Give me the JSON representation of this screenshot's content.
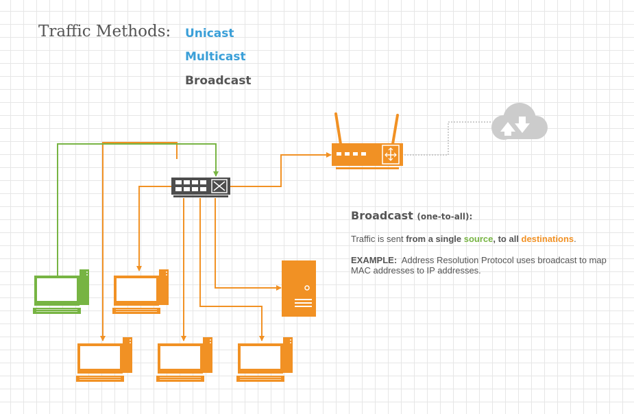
{
  "heading": "Traffic Methods:",
  "methods": [
    {
      "label": "Unicast",
      "color": "#3a9fd8"
    },
    {
      "label": "Multicast",
      "color": "#3a9fd8"
    },
    {
      "label": "Broadcast",
      "color": "#555555"
    }
  ],
  "info": {
    "title": "Broadcast",
    "subtitle": "(one-to-all):",
    "line_pre": "Traffic is sent ",
    "line_bold1": "from a single ",
    "source_word": "source",
    "line_bold2": ", to all ",
    "dest_word": "destinations",
    "line_end": ".",
    "example_label": "EXAMPLE:",
    "example_text": "Address Resolution Protocol uses broadcast to map MAC addresses to IP addresses."
  },
  "colors": {
    "orange": "#f19124",
    "green": "#77b443",
    "device_dark": "#4d4d4d",
    "cloud": "#cccccc",
    "heading": "#555555"
  },
  "devices": {
    "switch": "network-switch-icon",
    "router": "wireless-router-icon",
    "cloud": "internet-cloud-icon",
    "source": "source-computer-icon",
    "destinations": [
      "destination-computer-icon",
      "destination-computer-icon",
      "destination-computer-icon",
      "destination-computer-icon"
    ],
    "server": "server-tower-icon"
  }
}
